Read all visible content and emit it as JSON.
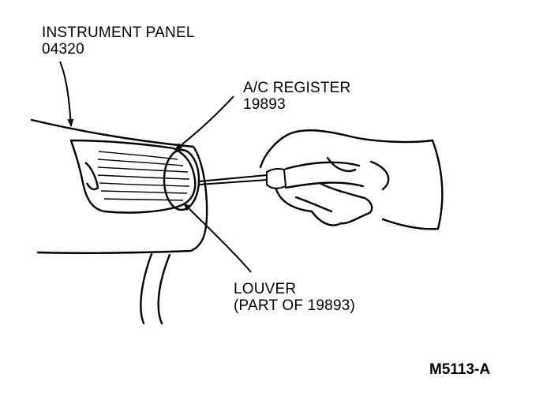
{
  "labels": {
    "instrument_panel": {
      "name": "INSTRUMENT PANEL",
      "part_number": "04320"
    },
    "ac_register": {
      "name": "A/C REGISTER",
      "part_number": "19893"
    },
    "louver": {
      "name": "LOUVER",
      "note": "(PART OF 19893)"
    }
  },
  "figure_id": "M5113-A"
}
